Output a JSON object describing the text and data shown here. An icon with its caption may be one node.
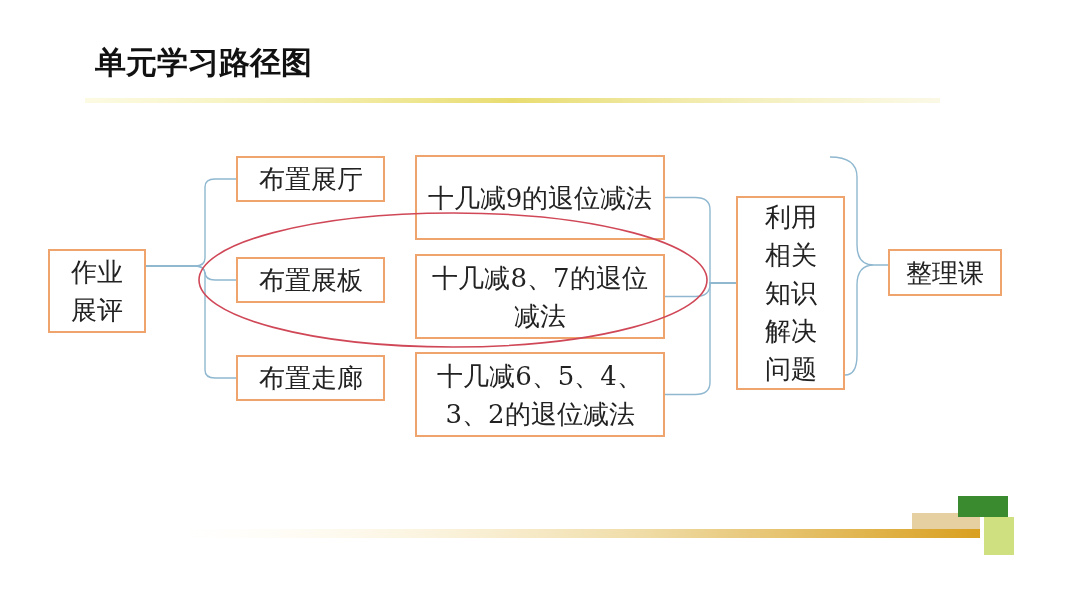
{
  "diagram": {
    "title": "单元学习路径图",
    "nodes": [
      {
        "text": [
          "作业展评"
        ]
      },
      {
        "text": [
          "布置展厅"
        ]
      },
      {
        "text": [
          "布置展板"
        ]
      },
      {
        "text": [
          "布置走廊"
        ]
      },
      {
        "text": [
          "十几减9的退位减法"
        ]
      },
      {
        "text": [
          "十几减8、7的退位减法"
        ]
      },
      {
        "text": [
          "十几减6、5、4、3、2的退位减法"
        ]
      },
      {
        "text": [
          "利用相关知识解决问题"
        ]
      },
      {
        "text": [
          "整理课"
        ]
      }
    ],
    "edges": [
      {
        "from": 0,
        "to": 1,
        "arrow": "none"
      },
      {
        "from": 0,
        "to": 2,
        "arrow": "none"
      },
      {
        "from": 0,
        "to": 3,
        "arrow": "none"
      },
      {
        "from": 4,
        "to": 7,
        "arrow": "none"
      },
      {
        "from": 5,
        "to": 7,
        "arrow": "none"
      },
      {
        "from": 6,
        "to": 7,
        "arrow": "none"
      },
      {
        "from": 7,
        "to": 8,
        "arrow": "none"
      }
    ]
  }
}
